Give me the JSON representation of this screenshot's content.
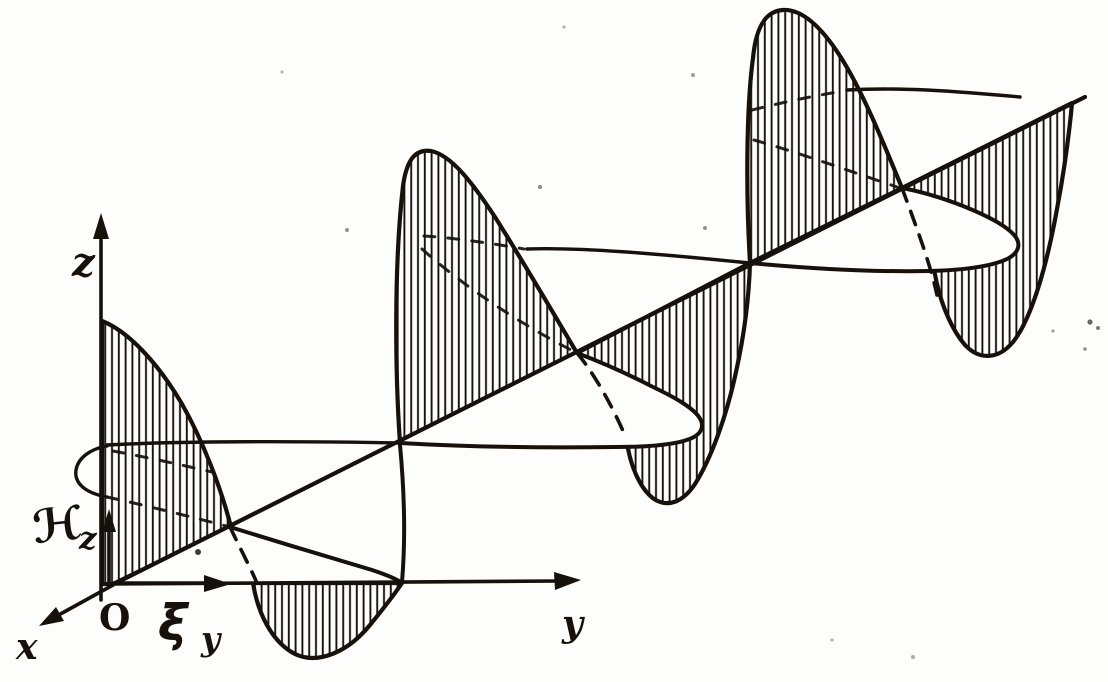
{
  "figure": {
    "background": "#fdfdfc",
    "ink": "#17110c",
    "labels": {
      "z_axis": "z",
      "origin": "O",
      "x_axis": "x",
      "y_axis": "y",
      "h_field": "ℋ",
      "h_field_sub": "z",
      "e_field": "ξ",
      "e_field_sub": "y"
    }
  }
}
